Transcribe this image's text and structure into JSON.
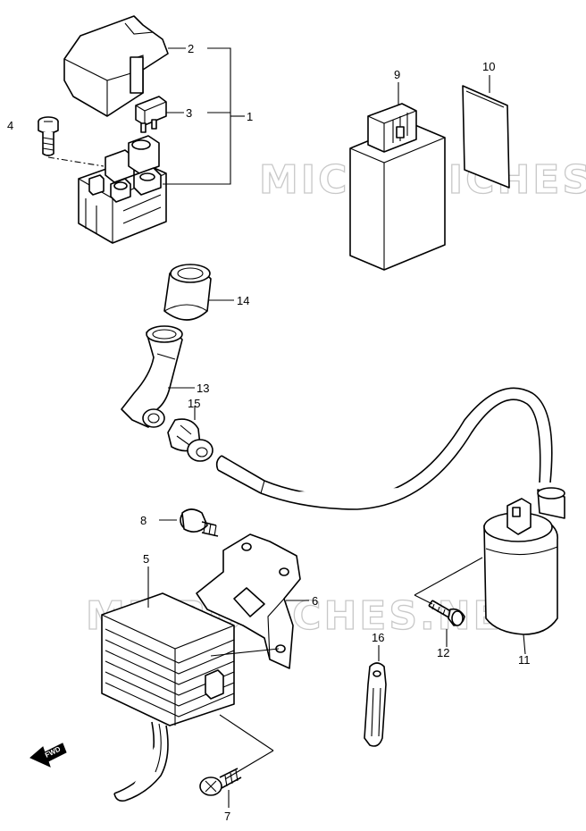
{
  "watermark": "MICROFICHES.NET",
  "direction_badge": "FWD",
  "callouts": {
    "p1": "1",
    "p2": "2",
    "p3": "3",
    "p4": "4",
    "p5": "5",
    "p6": "6",
    "p7": "7",
    "p8": "8",
    "p9": "9",
    "p10": "10",
    "p11": "11",
    "p12": "12",
    "p13": "13",
    "p14": "14",
    "p15": "15",
    "p16": "16"
  }
}
